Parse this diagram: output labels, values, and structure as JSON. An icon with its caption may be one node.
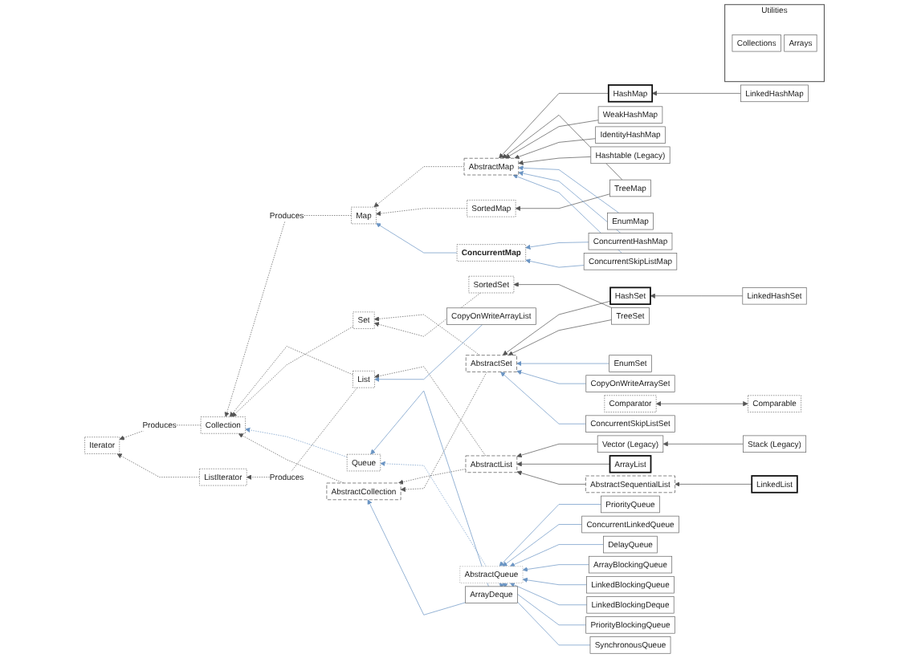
{
  "diagram": {
    "nodes": [
      {
        "text": [
          "Iterator"
        ]
      },
      {
        "text": [
          "Collection"
        ]
      },
      {
        "text": [
          "Map"
        ]
      },
      {
        "text": [
          "ListIterator"
        ]
      },
      {
        "text": [
          "List"
        ]
      },
      {
        "text": [
          "Set"
        ]
      },
      {
        "text": [
          "Queue"
        ]
      },
      {
        "text": [
          "AbstractMap"
        ]
      },
      {
        "text": [
          "ConcurrentMap"
        ]
      },
      {
        "text": [
          "AbstractCollection"
        ]
      },
      {
        "text": [
          "SortedSet"
        ]
      },
      {
        "text": [
          "SortedMap"
        ]
      },
      {
        "text": [
          "AbstractList"
        ]
      },
      {
        "text": [
          "AbstractSet"
        ]
      },
      {
        "text": [
          "HashMap"
        ]
      },
      {
        "text": [
          "TreeMap"
        ]
      },
      {
        "text": [
          "EnumMap"
        ]
      },
      {
        "text": [
          "EnumSet"
        ]
      },
      {
        "text": [
          "HashSet"
        ]
      },
      {
        "text": [
          "TreeSet"
        ]
      },
      {
        "text": [
          "LinkedHashMap"
        ]
      },
      {
        "text": [
          "IdentityHashMap"
        ]
      },
      {
        "text": [
          "ConcurrentHashMap"
        ]
      },
      {
        "text": [
          "WeakHashMap"
        ]
      },
      {
        "text": [
          "Hashtable (Legacy)"
        ]
      },
      {
        "text": [
          "ConcurrentSkipListMap"
        ]
      },
      {
        "text": [
          "CopyOnWriteArraySet"
        ]
      },
      {
        "text": [
          "LinkedHashSet"
        ]
      },
      {
        "text": [
          "Comparable"
        ]
      },
      {
        "text": [
          "Comparator"
        ]
      },
      {
        "text": [
          "AbstractQueue"
        ]
      },
      {
        "text": [
          "ConcurrentSkipListSet"
        ]
      },
      {
        "text": [
          "Vector (Legacy)"
        ]
      },
      {
        "text": [
          "ArrayList"
        ]
      },
      {
        "text": [
          "AbstractSequentialList"
        ]
      },
      {
        "text": [
          "Utilities"
        ]
      },
      {
        "text": [
          "Collections"
        ],
        "in": 35
      },
      {
        "text": [
          "Arrays"
        ],
        "in": 35
      },
      {
        "text": [
          "PriorityQueue"
        ]
      },
      {
        "text": [
          "ConcurrentLinkedQueue"
        ]
      },
      {
        "text": [
          "Stack (Legacy)"
        ]
      },
      {
        "text": [
          "LinkedList"
        ]
      },
      {
        "text": [
          "DelayQueue"
        ]
      },
      {
        "text": [
          "ArrayBlockingQueue"
        ]
      },
      {
        "text": [
          "CopyOnWriteArrayList"
        ]
      },
      {
        "text": [
          "LinkedBlockingQueue"
        ]
      },
      {
        "text": [
          "LinkedBlockingDeque"
        ]
      },
      {
        "text": [
          "ArrayDeque"
        ]
      },
      {
        "text": [
          "PriorityBlockingQueue"
        ]
      },
      {
        "text": [
          "SynchronousQueue"
        ]
      }
    ],
    "edges": [
      {
        "from": 1,
        "to": 0,
        "arrow": "to",
        "label": "Produces",
        "style": "dashed"
      },
      {
        "from": 2,
        "to": 1,
        "arrow": "to",
        "label": "Produces",
        "style": "dashed"
      },
      {
        "from": 4,
        "to": 3,
        "arrow": "to",
        "label": "Produces",
        "style": "dashed"
      },
      {
        "from": 3,
        "to": 0,
        "arrow": "to",
        "style": "dashed"
      },
      {
        "from": 4,
        "to": 1,
        "arrow": "to",
        "style": "dashed"
      },
      {
        "from": 5,
        "to": 1,
        "arrow": "to",
        "style": "dashed"
      },
      {
        "from": 6,
        "to": 1,
        "arrow": "to",
        "style": "dashed",
        "color": "#6b95c4"
      },
      {
        "from": 9,
        "to": 1,
        "arrow": "to",
        "style": "dashed"
      },
      {
        "from": 7,
        "to": 2,
        "arrow": "to",
        "style": "dashed"
      },
      {
        "from": 11,
        "to": 2,
        "arrow": "to",
        "style": "dashed"
      },
      {
        "from": 8,
        "to": 2,
        "arrow": "to",
        "color": "#6b95c4"
      },
      {
        "from": 12,
        "to": 9,
        "arrow": "to",
        "style": "dashed"
      },
      {
        "from": 12,
        "to": 4,
        "arrow": "to",
        "style": "dashed"
      },
      {
        "from": 13,
        "to": 9,
        "arrow": "to",
        "style": "dashed"
      },
      {
        "from": 13,
        "to": 5,
        "arrow": "to",
        "style": "dashed"
      },
      {
        "from": 10,
        "to": 5,
        "arrow": "to",
        "style": "dashed"
      },
      {
        "from": 14,
        "to": 7,
        "arrow": "to"
      },
      {
        "from": 15,
        "to": 7,
        "arrow": "to"
      },
      {
        "from": 23,
        "to": 7,
        "arrow": "to"
      },
      {
        "from": 21,
        "to": 7,
        "arrow": "to"
      },
      {
        "from": 24,
        "to": 7,
        "arrow": "to"
      },
      {
        "from": 15,
        "to": 11,
        "arrow": "to"
      },
      {
        "from": 20,
        "to": 14,
        "arrow": "to"
      },
      {
        "from": 16,
        "to": 7,
        "arrow": "to",
        "color": "#6b95c4"
      },
      {
        "from": 22,
        "to": 7,
        "arrow": "to",
        "color": "#6b95c4"
      },
      {
        "from": 25,
        "to": 7,
        "arrow": "to",
        "color": "#6b95c4"
      },
      {
        "from": 22,
        "to": 8,
        "arrow": "to",
        "color": "#6b95c4"
      },
      {
        "from": 25,
        "to": 8,
        "arrow": "to",
        "color": "#6b95c4"
      },
      {
        "from": 18,
        "to": 13,
        "arrow": "to"
      },
      {
        "from": 19,
        "to": 13,
        "arrow": "to"
      },
      {
        "from": 19,
        "to": 10,
        "arrow": "to"
      },
      {
        "from": 17,
        "to": 13,
        "arrow": "to",
        "color": "#6b95c4"
      },
      {
        "from": 26,
        "to": 13,
        "arrow": "to",
        "color": "#6b95c4"
      },
      {
        "from": 31,
        "to": 13,
        "arrow": "to",
        "color": "#6b95c4"
      },
      {
        "from": 27,
        "to": 18,
        "arrow": "to"
      },
      {
        "from": 32,
        "to": 12,
        "arrow": "to"
      },
      {
        "from": 33,
        "to": 12,
        "arrow": "to"
      },
      {
        "from": 34,
        "to": 12,
        "arrow": "to"
      },
      {
        "from": 40,
        "to": 32,
        "arrow": "to"
      },
      {
        "from": 41,
        "to": 34,
        "arrow": "to"
      },
      {
        "from": 44,
        "to": 4,
        "arrow": "to",
        "color": "#6b95c4"
      },
      {
        "from": 47,
        "to": 9,
        "arrow": "to",
        "color": "#6b95c4"
      },
      {
        "from": 47,
        "to": 6,
        "arrow": "to",
        "color": "#6b95c4"
      },
      {
        "from": 30,
        "to": 6,
        "arrow": "to",
        "style": "dashed",
        "color": "#6b95c4"
      },
      {
        "from": 28,
        "to": 29,
        "arrow": "both"
      },
      {
        "from": 38,
        "to": 30,
        "arrow": "to",
        "color": "#6b95c4"
      },
      {
        "from": 39,
        "to": 30,
        "arrow": "to",
        "color": "#6b95c4"
      },
      {
        "from": 42,
        "to": 30,
        "arrow": "to",
        "color": "#6b95c4"
      },
      {
        "from": 43,
        "to": 30,
        "arrow": "to",
        "color": "#6b95c4"
      },
      {
        "from": 45,
        "to": 30,
        "arrow": "to",
        "color": "#6b95c4"
      },
      {
        "from": 46,
        "to": 30,
        "arrow": "to",
        "color": "#6b95c4"
      },
      {
        "from": 48,
        "to": 30,
        "arrow": "to",
        "color": "#6b95c4"
      },
      {
        "from": 49,
        "to": 30,
        "arrow": "to",
        "color": "#6b95c4"
      }
    ]
  }
}
